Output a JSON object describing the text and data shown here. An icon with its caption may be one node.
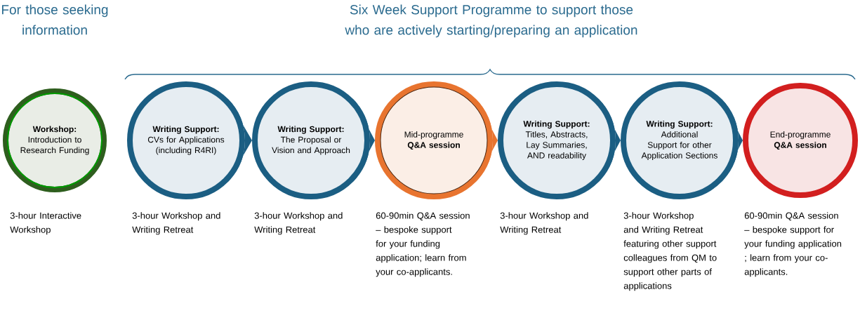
{
  "diagram": {
    "nodes": [
      {
        "text": [
          "Workshop:",
          "Introduction to Research Funding"
        ],
        "beside": [
          "3-hour Interactive Workshop"
        ]
      },
      {
        "text": [
          "Writing Support:",
          "CVs for Applications (including R4RI)"
        ],
        "beside": [
          "3-hour Workshop and Writing Retreat"
        ]
      },
      {
        "text": [
          "Writing Support:",
          "The Proposal or Vision and Approach"
        ],
        "beside": [
          "3-hour Workshop and Writing Retreat"
        ]
      },
      {
        "text": [
          "Mid-programme",
          "Q&A session"
        ],
        "beside": [
          "60-90min Q&A session – bespoke support for your funding application; learn from your co-applicants."
        ]
      },
      {
        "text": [
          "Writing Support:",
          "Titles, Abstracts, Lay Summaries, AND readability"
        ],
        "beside": [
          "3-hour Workshop and Writing Retreat"
        ]
      },
      {
        "text": [
          "Writing Support:",
          "Additional Support for other Application Sections"
        ],
        "beside": [
          "3-hour Workshop and Writing Retreat featuring other support colleagues from QM to support other parts of applications"
        ]
      },
      {
        "text": [
          "End-programme",
          "Q&A session"
        ],
        "beside": [
          "60-90min Q&A session – bespoke support for your funding application ; learn from your co-applicants."
        ]
      }
    ],
    "edges": [
      {
        "from": 1,
        "to": 2,
        "arrow": "to"
      },
      {
        "from": 2,
        "to": 3,
        "arrow": "to"
      },
      {
        "from": 3,
        "to": 4,
        "arrow": "to",
        "color": "#e8742f"
      },
      {
        "from": 4,
        "to": 5,
        "arrow": "to"
      },
      {
        "from": 5,
        "to": 6,
        "arrow": "to"
      }
    ],
    "labels": [
      "For those seeking information",
      "Six Week Support Programme to support those who are actively starting/preparing an application"
    ]
  }
}
